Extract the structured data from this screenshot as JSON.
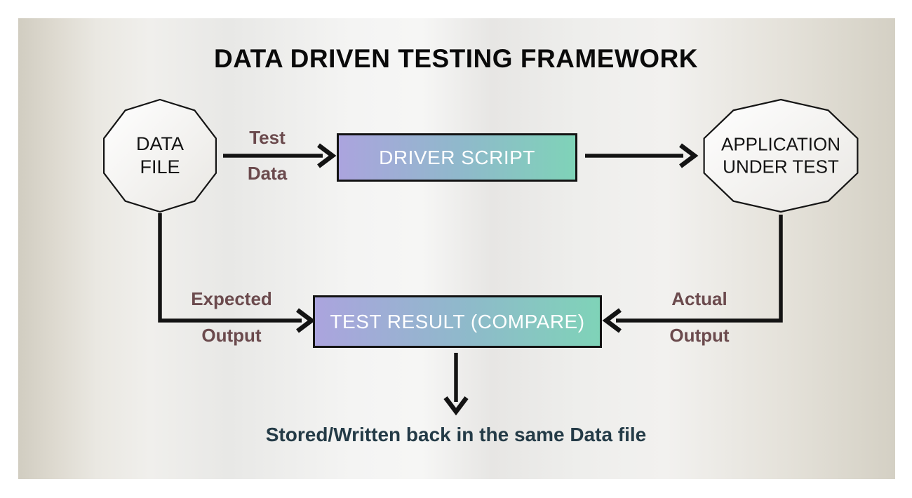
{
  "title": "DATA DRIVEN TESTING FRAMEWORK",
  "nodes": {
    "data_file": {
      "line1": "DATA",
      "line2": "FILE"
    },
    "driver_script": {
      "label": "DRIVER SCRIPT"
    },
    "application_under_test": {
      "line1": "APPLICATION",
      "line2": "UNDER TEST"
    },
    "test_result": {
      "label": "TEST RESULT (COMPARE)"
    }
  },
  "edge_labels": {
    "test_data": {
      "line1": "Test",
      "line2": "Data"
    },
    "expected_output": {
      "line1": "Expected",
      "line2": "Output"
    },
    "actual_output": {
      "line1": "Actual",
      "line2": "Output"
    }
  },
  "footer": "Stored/Written back in the same Data file",
  "colors": {
    "box_gradient_start": "#aba4de",
    "box_gradient_mid": "#8fb9cb",
    "box_gradient_end": "#7fd3b8",
    "edge_label_text": "#6b4a4d",
    "footer_text": "#243b47",
    "arrow": "#131313",
    "canvas_edge": "#d1cdc1",
    "shape_border": "#151515"
  }
}
